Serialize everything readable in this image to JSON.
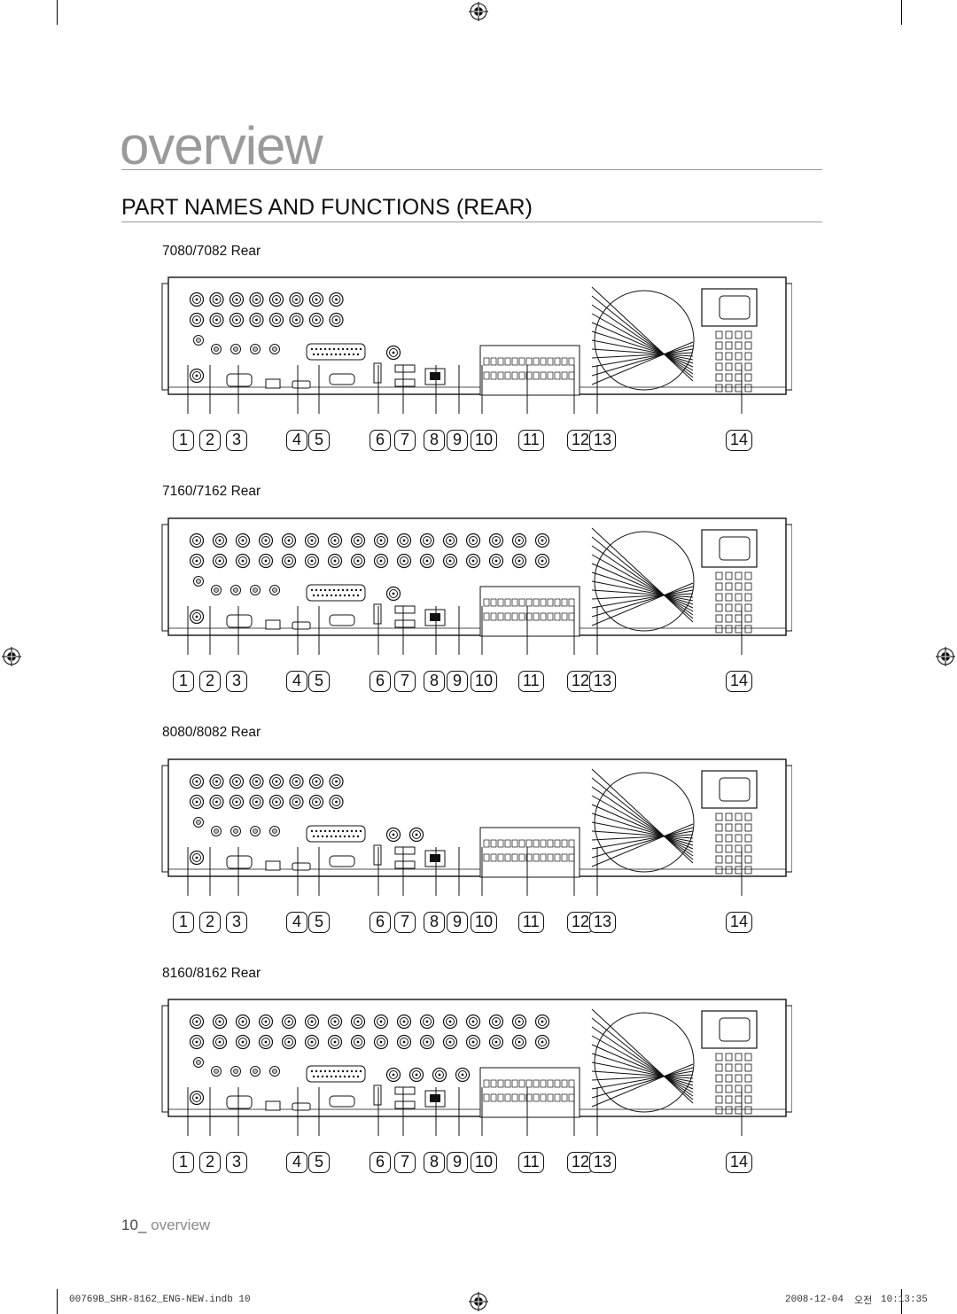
{
  "chapter_title": "overview",
  "section_title": "PART NAMES AND FUNCTIONS (REAR)",
  "panels": [
    {
      "model_label": "7080/7082 Rear",
      "channels": 8,
      "spot_count": 1,
      "callouts": [
        "1",
        "2",
        "3",
        "4",
        "5",
        "6",
        "7",
        "8",
        "9",
        "10",
        "11",
        "12",
        "13",
        "14"
      ]
    },
    {
      "model_label": "7160/7162 Rear",
      "channels": 16,
      "spot_count": 1,
      "callouts": [
        "1",
        "2",
        "3",
        "4",
        "5",
        "6",
        "7",
        "8",
        "9",
        "10",
        "11",
        "12",
        "13",
        "14"
      ]
    },
    {
      "model_label": "8080/8082 Rear",
      "channels": 8,
      "spot_count": 2,
      "callouts": [
        "1",
        "2",
        "3",
        "4",
        "5",
        "6",
        "7",
        "8",
        "9",
        "10",
        "11",
        "12",
        "13",
        "14"
      ]
    },
    {
      "model_label": "8160/8162 Rear",
      "channels": 16,
      "spot_count": 4,
      "callouts": [
        "1",
        "2",
        "3",
        "4",
        "5",
        "6",
        "7",
        "8",
        "9",
        "10",
        "11",
        "12",
        "13",
        "14"
      ]
    }
  ],
  "footer": {
    "page_number": "10_",
    "page_label": "overview"
  },
  "imprint": {
    "file": "00769B_SHR-8162_ENG-NEW.indb   10",
    "date": "2008-12-04",
    "korean": "오전",
    "time": "10:13:35"
  }
}
